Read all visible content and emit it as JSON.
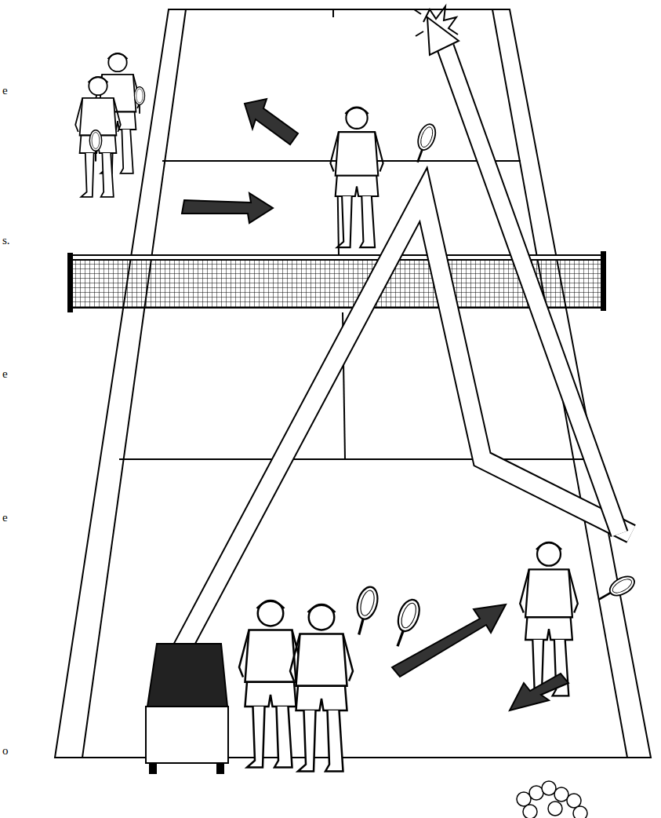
{
  "diagram": {
    "labels": [
      "e",
      "s.",
      "e",
      "e",
      "o"
    ]
  }
}
